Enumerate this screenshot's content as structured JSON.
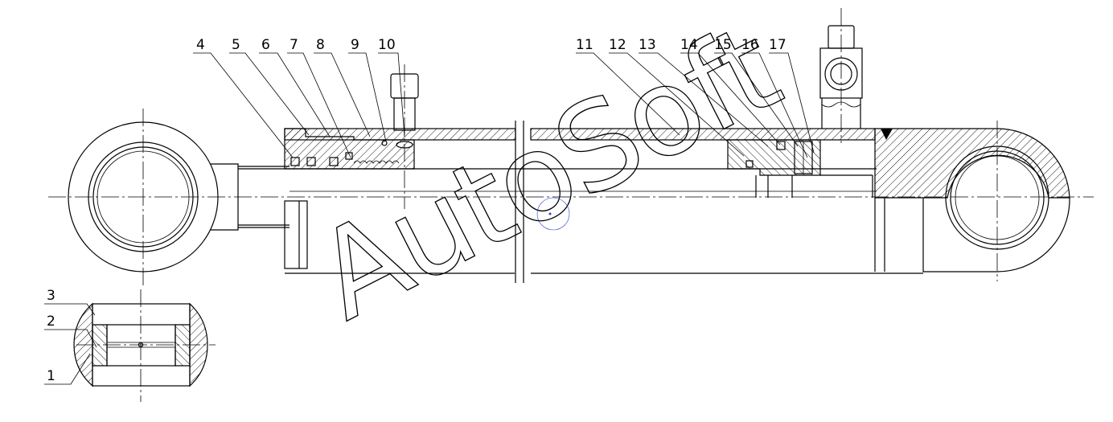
{
  "callouts": [
    {
      "id": "callout-1",
      "label": "1"
    },
    {
      "id": "callout-2",
      "label": "2"
    },
    {
      "id": "callout-3",
      "label": "3"
    },
    {
      "id": "callout-4",
      "label": "4"
    },
    {
      "id": "callout-5",
      "label": "5"
    },
    {
      "id": "callout-6",
      "label": "6"
    },
    {
      "id": "callout-7",
      "label": "7"
    },
    {
      "id": "callout-8",
      "label": "8"
    },
    {
      "id": "callout-9",
      "label": "9"
    },
    {
      "id": "callout-10",
      "label": "10"
    },
    {
      "id": "callout-11",
      "label": "11"
    },
    {
      "id": "callout-12",
      "label": "12"
    },
    {
      "id": "callout-13",
      "label": "13"
    },
    {
      "id": "callout-14",
      "label": "14"
    },
    {
      "id": "callout-15",
      "label": "15"
    },
    {
      "id": "callout-16",
      "label": "16"
    },
    {
      "id": "callout-17",
      "label": "17"
    }
  ],
  "watermark": {
    "text": "AutoSoft"
  },
  "colors": {
    "line": "#000000",
    "background": "#ffffff",
    "mark": "#2a3fd6"
  }
}
